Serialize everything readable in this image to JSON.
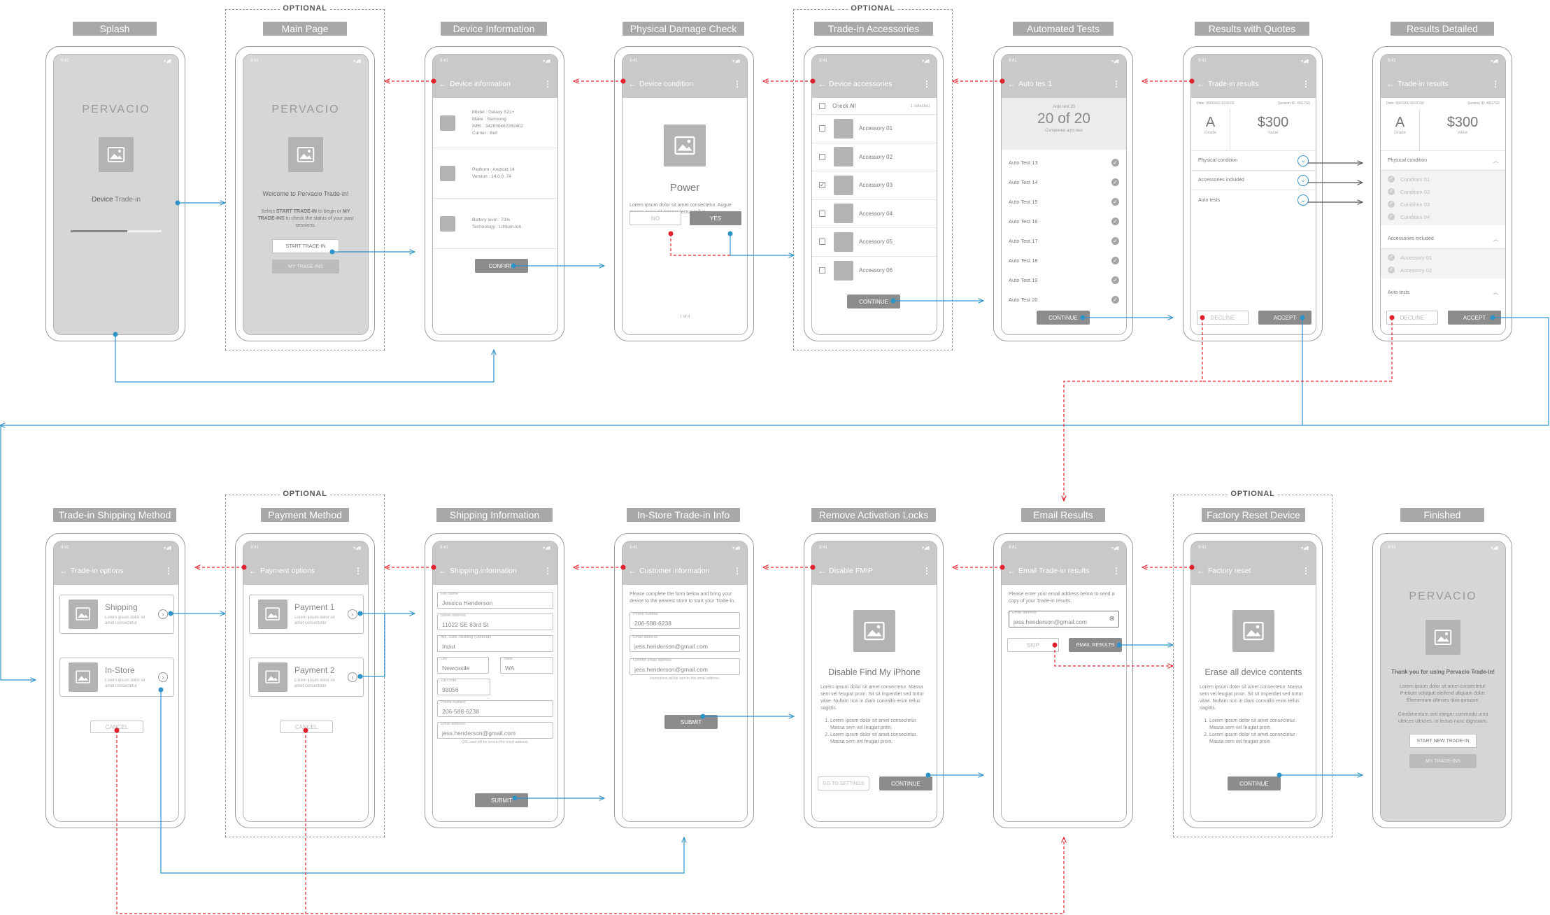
{
  "optional_label": "OPTIONAL",
  "screen_titles": [
    "Splash",
    "Main Page",
    "Device Information",
    "Physical Damage Check",
    "Trade-in Accessories",
    "Automated Tests",
    "Results with Quotes",
    "Results Detailed",
    "Trade-in Shipping Method",
    "Payment Method",
    "Shipping Information",
    "In-Store Trade-in Info",
    "Remove Activation Locks",
    "Email Results",
    "Factory Reset Device",
    "Finished"
  ],
  "status_time": "9:41",
  "brand": "PERVACIO",
  "splash": {
    "text_bold": "Device",
    "text_rest": " Trade-in"
  },
  "main": {
    "welcome": "Welcome to Pervacio Trade-in!",
    "instr_1": "Select ",
    "instr_b1": "START TRADE-IN",
    "instr_2": " to begin or ",
    "instr_b2": "MY TRADE-INS",
    "instr_3": " to check the status of your past sessions.",
    "btn_start": "START TRADE-IN",
    "btn_my": "MY TRADE-INS"
  },
  "devinfo": {
    "bar": "Device information",
    "b1": [
      "Model : Galaxy S21+",
      "Make : Samsung",
      "IMEI : 342930462282402",
      "Carrier : Bell"
    ],
    "b2": [
      "Platform : Android 14",
      "Version : 14.0.0 .74"
    ],
    "b3": [
      "Battery level : 73%",
      "Technology : Lithium-ion"
    ],
    "btn": "CONFIRM"
  },
  "damage": {
    "bar": "Device condition",
    "title": "Power",
    "desc": "Lorem ipsum dolor sit amet consectetur. Augue massa nunc sit integer lectus tellus.",
    "no": "NO",
    "yes": "YES",
    "page": "1 of 4"
  },
  "acc": {
    "bar": "Device accessories",
    "check_all": "Check All",
    "selected": "1 selected",
    "items": [
      "Accessory 01",
      "Accessory 02",
      "Accessory 03",
      "Accessory 04",
      "Accessory 05",
      "Accessory 06"
    ],
    "btn": "CONTINUE"
  },
  "auto": {
    "bar": "Auto tes",
    "count_badge": "1",
    "head": "Auto test 20",
    "count": "20 of 20",
    "done": "Completed auto test",
    "items": [
      "Auto Test 13",
      "Auto Test 14",
      "Auto Test 15",
      "Auto Test 16",
      "Auto Test 17",
      "Auto Test 18",
      "Auto Test 19",
      "Auto Test 20"
    ],
    "btn": "CONTINUE"
  },
  "quotes": {
    "bar": "Trade-in results",
    "date": "Date: 00/00/00 00:00:00",
    "session": "Session ID: 49G7G5",
    "grade": "A",
    "grade_lbl": "Grade",
    "value": "$300",
    "value_lbl": "Value",
    "rows": [
      "Physical condition",
      "Accessories included",
      "Auto tests"
    ],
    "decline": "DECLINE",
    "accept": "ACCEPT"
  },
  "detailed": {
    "bar": "Trade-in results",
    "date": "Date: 00/00/00 00:00:00",
    "session": "Session ID: 49G7G5",
    "grade": "A",
    "grade_lbl": "Grade",
    "value": "$300",
    "value_lbl": "Value",
    "sec1": "Physical condition",
    "conds": [
      "Condition 01",
      "Condition 02",
      "Condition 03",
      "Condition 04"
    ],
    "sec2": "Accessories included",
    "accs": [
      "Accessory 01",
      "Accessory 02"
    ],
    "sec3": "Auto tests",
    "decline": "DECLINE",
    "accept": "ACCEPT"
  },
  "shipmethod": {
    "bar": "Trade-in options",
    "o1": "Shipping",
    "o2": "In-Store",
    "odesc": "Lorem ipsum dolor sit amet consectetur",
    "cancel": "CANCEL"
  },
  "payment": {
    "bar": "Payment options",
    "o1": "Payment 1",
    "o2": "Payment 2",
    "odesc": "Lorem ipsum dolor sit amet consectetur",
    "cancel": "CANCEL"
  },
  "shipinfo": {
    "bar": "Shipping information",
    "f_name_l": "Full Name",
    "f_name": "Jessica Henderson",
    "f_addr_l": "Street address",
    "f_addr": "11022 SE 83rd St",
    "f_apt_l": "Apt, Suite, Building (Optional)",
    "f_apt": "Input",
    "f_city_l": "City",
    "f_city": "Newcastle",
    "f_state_l": "State",
    "f_state": "WA",
    "f_zip_l": "Zip Code",
    "f_zip": "98056",
    "f_phone_l": "Phone number",
    "f_phone": "206-588-6238",
    "f_email_l": "Email address",
    "f_email": "jess.henderson@gmail.com",
    "note": "QSL card will be sent to this email address.",
    "btn": "SUBMIT"
  },
  "instore": {
    "bar": "Customer information",
    "intro": "Please complete the form below and bring your device to the nearest store to start your Trade-in.",
    "f_phone_l": "Phone number",
    "f_phone": "206-588-6238",
    "f_email_l": "Email address",
    "f_email": "jess.henderson@gmail.com",
    "f_conf_l": "Confirm email address",
    "f_conf": "jess.henderson@gmail.com",
    "note": "Instructions will be sent to this email address.",
    "btn": "SUBMIT"
  },
  "fmip": {
    "bar": "Disable FMIP",
    "title": "Disable Find My iPhone",
    "p": "Lorem ipsum dolor sit amet consectetur. Massa sem vel feugiat proin. Sit sit imperdiet sed tortor vitae. Nullam non in diam convallis enim tellus sagittis.",
    "l1": "Lorem ipsum dolor sit amet consectetur. Massa sem vel feugiat proin.",
    "l2": "Lorem ipsum dolor sit amet consectetur. Massa sem vel feugiat proin.",
    "go": "GO TO SETTINGS",
    "btn": "CONTINUE"
  },
  "email": {
    "bar": "Email Trade-in results",
    "intro": "Please enter your email address below to send a copy of your Trade-in results.",
    "f_l": "Email address",
    "f": "jess.henderson@gmail.com",
    "skip": "SKIP",
    "btn": "EMAIL RESULTS"
  },
  "reset": {
    "bar": "Factory reset",
    "title": "Erase all device contents",
    "p": "Lorem ipsum dolor sit amet consectetur. Massa sem vel feugiat proin. Sit sit imperdiet sed tortor vitae. Nullam non in diam convallis enim tellus sagittis.",
    "l1": "Lorem ipsum dolor sit amet consectetur. Massa sem vel feugiat proin.",
    "l2": "Lorem ipsum dolor sit amet consectetur. Massa sem vel feugiat proin.",
    "btn": "CONTINUE"
  },
  "finished": {
    "thanks": "Thank you for using Pervacio Trade-in!",
    "p1": "Lorem ipsum dolor sit amet consectetur. Pretium volutpat eleifend aliquam dolor. Elementum ultricies duis quisque.",
    "p2": "Condimentum sed integer commodo urna ultrices ultricies. In lectus nunc dignissim.",
    "btn_new": "START NEW TRADE-IN",
    "btn_my": "MY TRADE-INS"
  },
  "colors": {
    "blue": "#2e93c9",
    "red": "#e0202a",
    "label_bg": "#a8a8a8"
  }
}
